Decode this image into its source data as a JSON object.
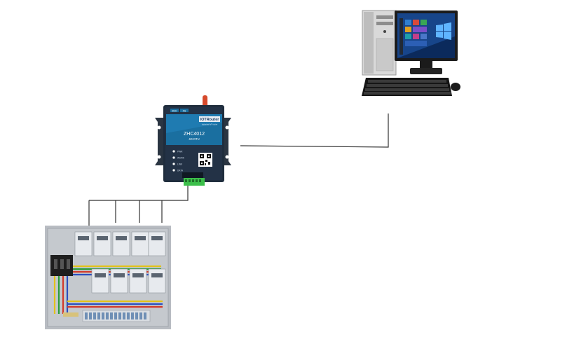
{
  "device": {
    "brand": "IOTRouter",
    "tagline": "Industrial IoT router",
    "model": "ZHC4012",
    "subtitle": "4G DTU",
    "leds": [
      "PWR",
      "WORK",
      "LINK",
      "DATA"
    ],
    "top_badges": [
      "ZHC",
      "4G"
    ]
  },
  "meters": {
    "top_row": 5,
    "bottom_row": 4
  },
  "colors": {
    "line": "#333333",
    "device_body": "#1f2d3d",
    "device_face": "#1a6fa0",
    "antenna": "#d64a2c",
    "terminal": "#3cbf4a",
    "panel": "#b8bcc2",
    "meter": "#e7eaee",
    "monitor_bezel": "#1b1b1b",
    "tower": "#d9d9d9",
    "keyboard": "#151515"
  }
}
